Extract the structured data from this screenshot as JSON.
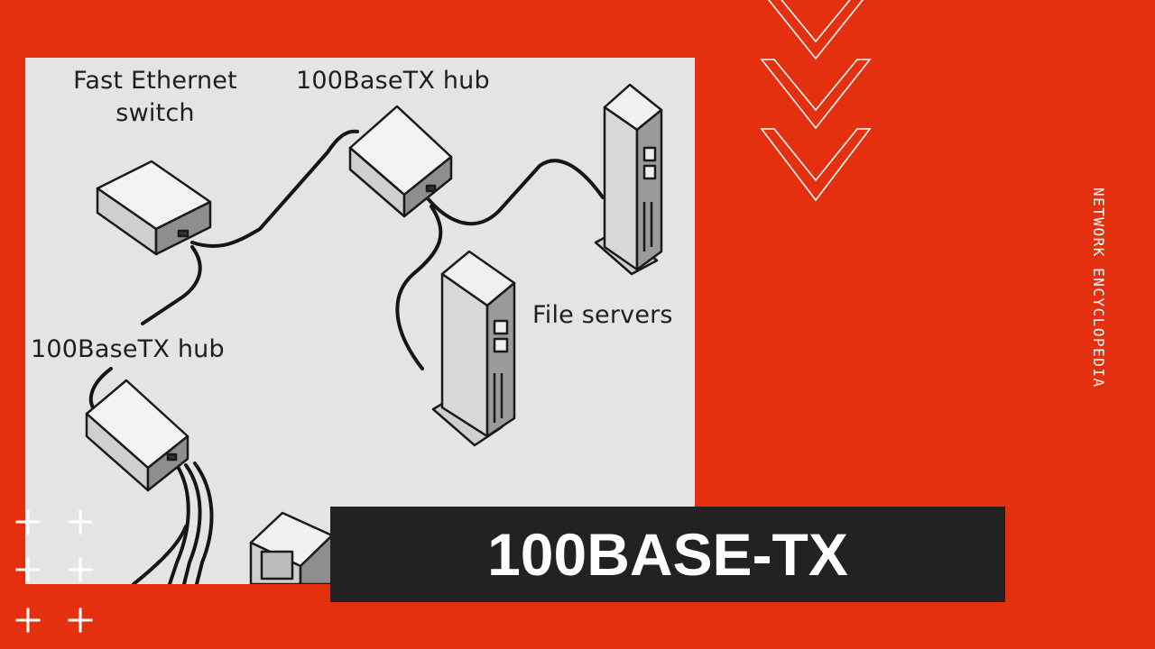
{
  "diagram": {
    "labels": {
      "switch": "Fast Ethernet\nswitch",
      "hub_top": "100BaseTX hub",
      "hub_left": "100BaseTX hub",
      "file_servers": "File servers"
    },
    "nodes": [
      {
        "id": "fast-ethernet-switch",
        "kind": "switch",
        "icon": "network-switch-icon"
      },
      {
        "id": "hub-top",
        "kind": "hub",
        "icon": "network-hub-icon"
      },
      {
        "id": "hub-left",
        "kind": "hub",
        "icon": "network-hub-icon"
      },
      {
        "id": "file-server-1",
        "kind": "server",
        "icon": "tower-server-icon"
      },
      {
        "id": "file-server-2",
        "kind": "server",
        "icon": "tower-server-icon"
      },
      {
        "id": "workstation",
        "kind": "computer",
        "icon": "desktop-computer-icon"
      }
    ],
    "connections": [
      [
        "fast-ethernet-switch",
        "hub-top"
      ],
      [
        "fast-ethernet-switch",
        "hub-left"
      ],
      [
        "hub-top",
        "file-server-1"
      ],
      [
        "hub-top",
        "file-server-2"
      ],
      [
        "hub-left",
        "workstation"
      ]
    ]
  },
  "title": "100BASE-TX",
  "side_caption": "NETWORK ENCYCLOPEDIA",
  "decorations": {
    "chevron_icon": "chevron-down-outline-icon",
    "plus_icon": "plus-icon"
  },
  "colors": {
    "background": "#e5300f",
    "diagram_bg": "#e4e4e4",
    "title_bar": "#222222",
    "text_light": "#ffffff"
  }
}
